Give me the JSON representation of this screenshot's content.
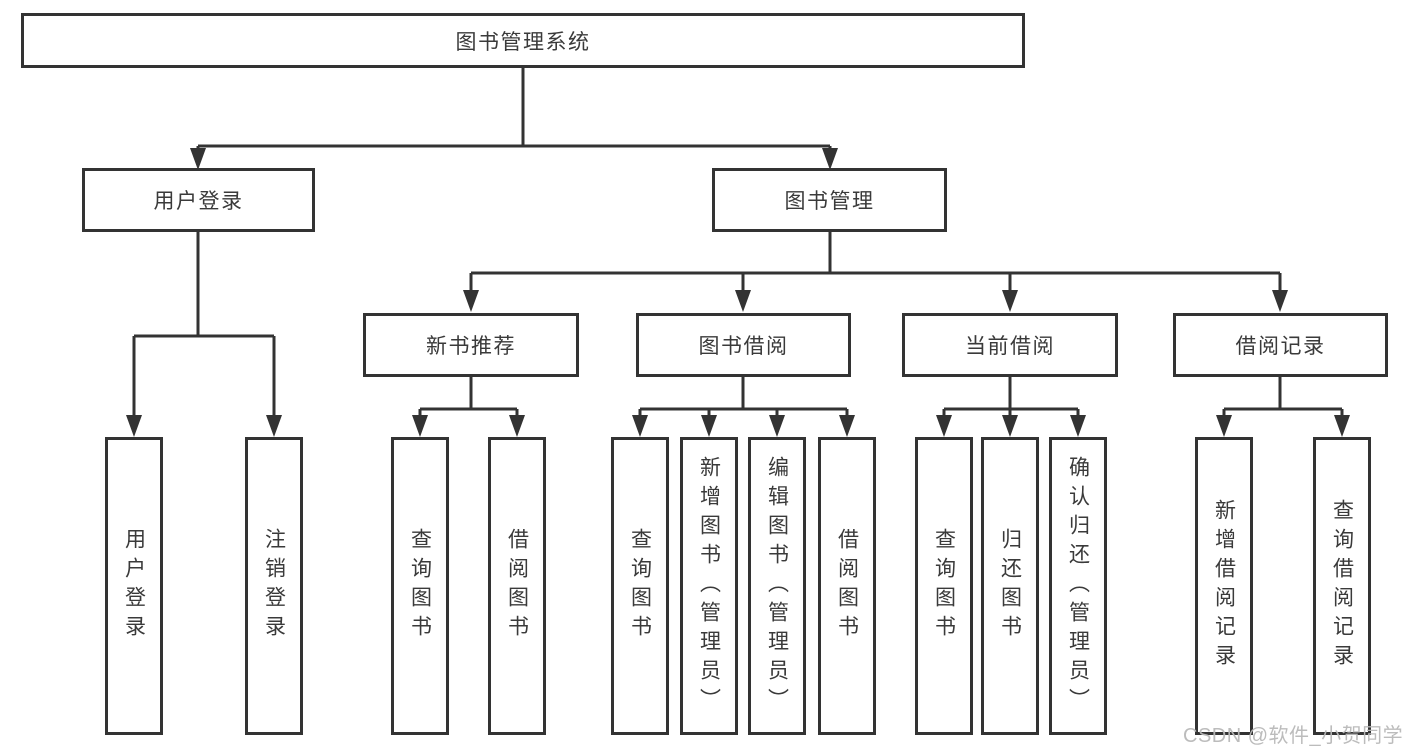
{
  "tree": {
    "root": "图书管理系统",
    "branches": [
      {
        "label": "用户登录",
        "leaves": [
          "用户登录",
          "注销登录"
        ]
      },
      {
        "label": "图书管理",
        "groups": [
          {
            "label": "新书推荐",
            "leaves": [
              "查询图书",
              "借阅图书"
            ]
          },
          {
            "label": "图书借阅",
            "leaves": [
              "查询图书",
              "新增图书（管理员）",
              "编辑图书（管理员）",
              "借阅图书"
            ]
          },
          {
            "label": "当前借阅",
            "leaves": [
              "查询图书",
              "归还图书",
              "确认归还（管理员）"
            ]
          },
          {
            "label": "借阅记录",
            "leaves": [
              "新增借阅记录",
              "查询借阅记录"
            ]
          }
        ]
      }
    ]
  },
  "watermark": "CSDN @软件_小贺同学",
  "colors": {
    "line": "#333333",
    "text": "#3a3a3a",
    "background": "#ffffff",
    "watermark": "#b8b8b8"
  }
}
